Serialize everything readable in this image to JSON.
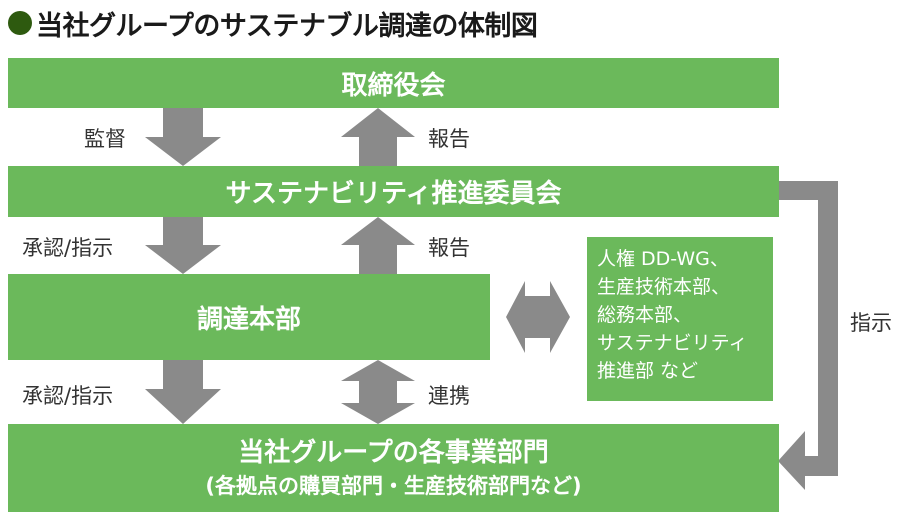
{
  "title": "当社グループのサステナブル調達の体制図",
  "colors": {
    "box_green": "#6bb95b",
    "arrow_gray": "#8a8a8a",
    "title_dot": "#2e5a0f"
  },
  "boxes": {
    "board": "取締役会",
    "committee": "サステナビリティ推進委員会",
    "procurement": "調達本部",
    "divisions_line1": "当社グループの各事業部門",
    "divisions_line2": "(各拠点の購買部門・生産技術部門など)"
  },
  "side_box": {
    "lines": [
      "人権 DD-WG、",
      "生産技術本部、",
      "総務本部、",
      "サステナビリティ",
      "推進部 など"
    ]
  },
  "arrow_labels": {
    "supervision": "監督",
    "report_1": "報告",
    "approve_instruct_1": "承認/指示",
    "report_2": "報告",
    "approve_instruct_2": "承認/指示",
    "cooperation": "連携",
    "instruction": "指示"
  }
}
